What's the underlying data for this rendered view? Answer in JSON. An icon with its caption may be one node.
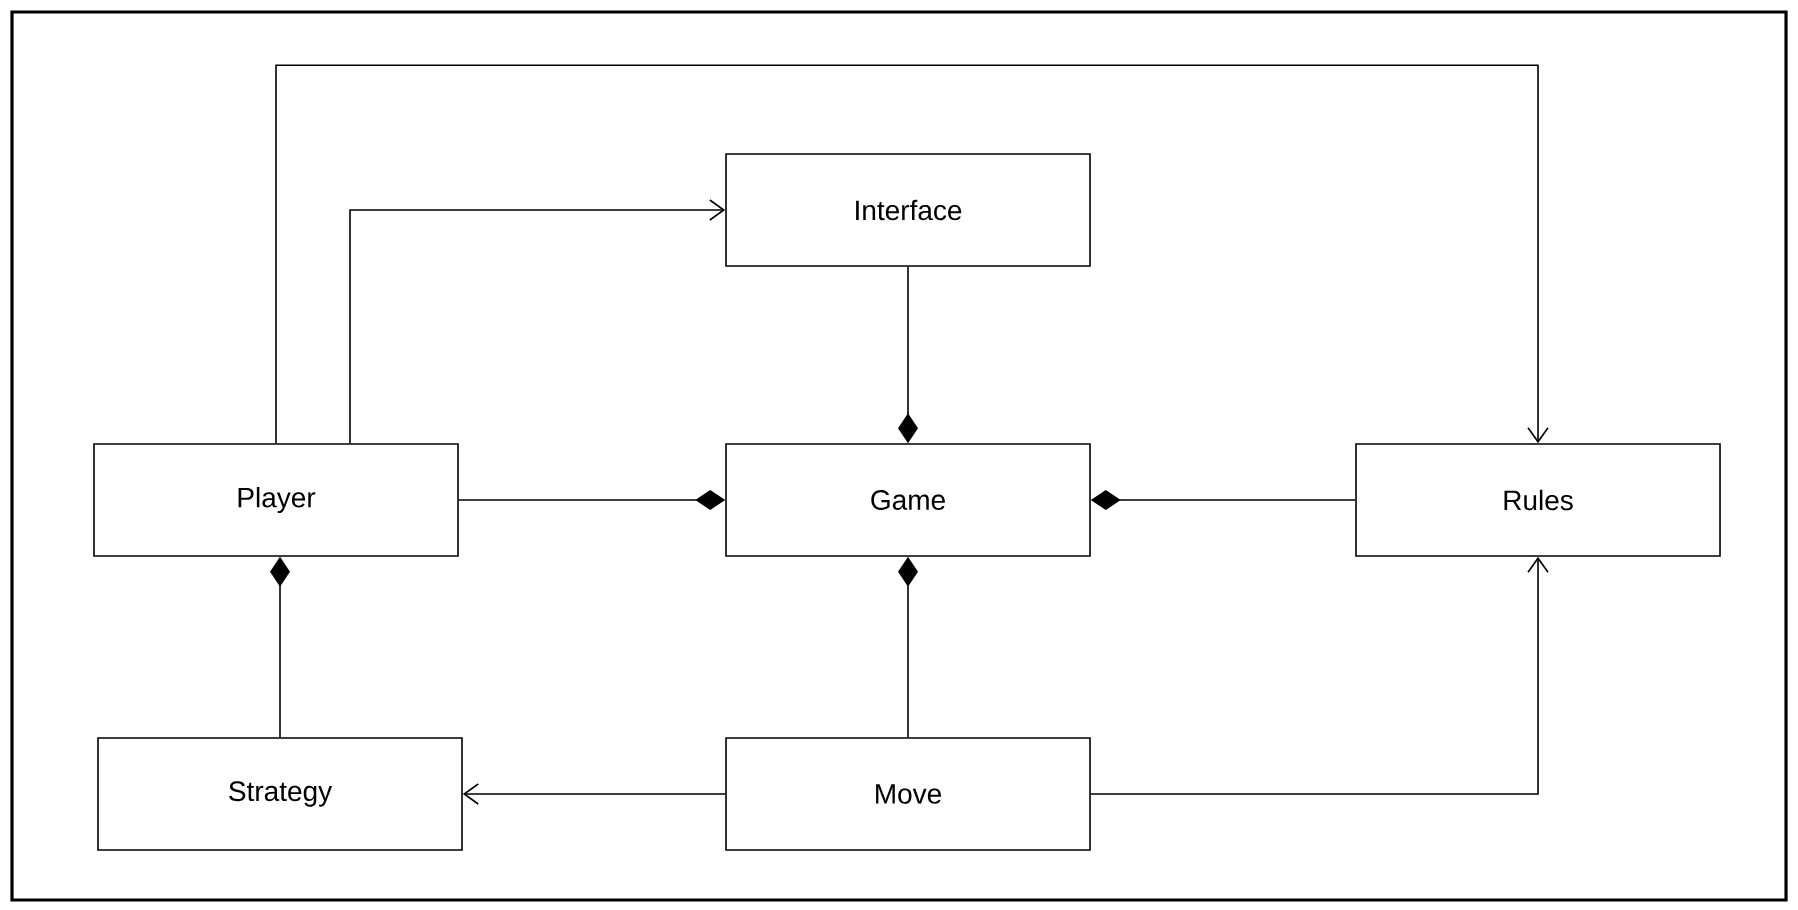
{
  "diagram": {
    "nodes": [
      {
        "text": [
          "Interface"
        ]
      },
      {
        "text": [
          "Player"
        ]
      },
      {
        "text": [
          "Game"
        ]
      },
      {
        "text": [
          "Rules"
        ]
      },
      {
        "text": [
          "Strategy"
        ]
      },
      {
        "text": [
          "Move"
        ]
      }
    ],
    "edges": [
      {
        "from": 1,
        "to": 0,
        "arrow": "to"
      },
      {
        "from": 1,
        "to": 3,
        "arrow": "to"
      },
      {
        "from": 0,
        "to": 2,
        "arrow": "other"
      },
      {
        "from": 1,
        "to": 2,
        "arrow": "other"
      },
      {
        "from": 3,
        "to": 2,
        "arrow": "other"
      },
      {
        "from": 5,
        "to": 2,
        "arrow": "other"
      },
      {
        "from": 4,
        "to": 1,
        "arrow": "other"
      },
      {
        "from": 5,
        "to": 4,
        "arrow": "to"
      },
      {
        "from": 5,
        "to": 3,
        "arrow": "to"
      }
    ]
  }
}
